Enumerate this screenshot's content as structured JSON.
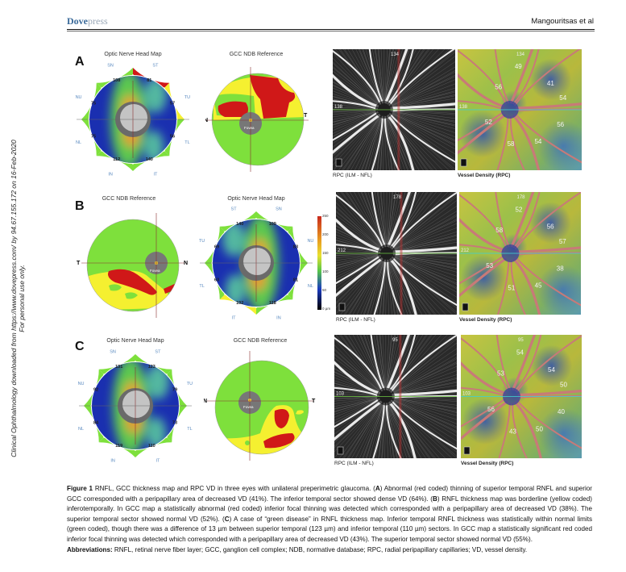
{
  "header": {
    "brand_part1": "Dove",
    "brand_part2": "press",
    "running_head": "Mangouritsas et al"
  },
  "side_note": {
    "line1": "Clinical Ophthalmology downloaded from https://www.dovepress.com/ by 94.67.155.172 on 16-Feb-2020",
    "line2": "For personal use only."
  },
  "colors": {
    "normal": "#7ee03c",
    "borderline": "#f5f030",
    "abnormal": "#d01818",
    "map_blue": "#1a2fb0"
  },
  "figure": {
    "panels": [
      {
        "letter": "A",
        "onh": {
          "title": "Optic Nerve Head Map",
          "sectors": [
            {
              "label": "SN",
              "value": "108",
              "status": "normal"
            },
            {
              "label": "ST",
              "value": "81",
              "status": "abnormal"
            },
            {
              "label": "TU",
              "value": "57",
              "status": "borderline"
            },
            {
              "label": "TL",
              "value": "56",
              "status": "normal"
            },
            {
              "label": "IT",
              "value": "140",
              "status": "normal"
            },
            {
              "label": "IN",
              "value": "112",
              "status": "normal"
            },
            {
              "label": "NL",
              "value": "75",
              "status": "normal"
            },
            {
              "label": "NU",
              "value": "75",
              "status": "normal"
            }
          ]
        },
        "gcc": {
          "title": "GCC NDB Reference",
          "left_axis": "N",
          "right_axis": "T",
          "fovea": "Fovea"
        },
        "octa": {
          "left_label": "RPC (ILM - NFL)",
          "right_label": "Vessel Density (RPC)",
          "top_mark": "134",
          "side_mark": "138",
          "vd_values": [
            "49",
            "41",
            "56",
            "54",
            "52",
            "56",
            "58",
            "54"
          ]
        }
      },
      {
        "letter": "B",
        "onh": {
          "title": "Optic Nerve Head Map",
          "sectors": [
            {
              "label": "ST",
              "value": "140",
              "status": "normal"
            },
            {
              "label": "SN",
              "value": "109",
              "status": "normal"
            },
            {
              "label": "NU",
              "value": "83",
              "status": "normal"
            },
            {
              "label": "NL",
              "value": "81",
              "status": "normal"
            },
            {
              "label": "IN",
              "value": "118",
              "status": "normal"
            },
            {
              "label": "IT",
              "value": "102",
              "status": "borderline"
            },
            {
              "label": "TL",
              "value": "63",
              "status": "normal"
            },
            {
              "label": "TU",
              "value": "69",
              "status": "normal"
            }
          ]
        },
        "gcc": {
          "title": "GCC NDB Reference",
          "left_axis": "T",
          "right_axis": "N",
          "fovea": "Fovea"
        },
        "colorbar": {
          "ticks": [
            "250",
            "200",
            "150",
            "100",
            "50",
            "0 µm"
          ]
        },
        "octa": {
          "left_label": "RPC (ILM - NFL)",
          "right_label": "Vessel Density (RPC)",
          "top_mark": "178",
          "side_mark": "212",
          "vd_values": [
            "52",
            "56",
            "58",
            "57",
            "53",
            "38",
            "51",
            "45"
          ]
        }
      },
      {
        "letter": "C",
        "onh": {
          "title": "Optic Nerve Head Map",
          "sectors": [
            {
              "label": "SN",
              "value": "131",
              "status": "normal"
            },
            {
              "label": "ST",
              "value": "123",
              "status": "normal"
            },
            {
              "label": "TU",
              "value": "79",
              "status": "normal"
            },
            {
              "label": "TL",
              "value": "73",
              "status": "normal"
            },
            {
              "label": "IT",
              "value": "110",
              "status": "normal"
            },
            {
              "label": "IN",
              "value": "119",
              "status": "normal"
            },
            {
              "label": "NL",
              "value": "84",
              "status": "normal"
            },
            {
              "label": "NU",
              "value": "92",
              "status": "normal"
            }
          ]
        },
        "gcc": {
          "title": "GCC NDB Reference",
          "left_axis": "N",
          "right_axis": "T",
          "fovea": "Fovea"
        },
        "octa": {
          "left_label": "RPC (ILM - NFL)",
          "right_label": "Vessel Density (RPC)",
          "top_mark": "95",
          "side_mark": "103",
          "vd_values": [
            "54",
            "54",
            "53",
            "50",
            "56",
            "40",
            "43",
            "50"
          ]
        }
      }
    ]
  },
  "caption": {
    "label": "Figure 1",
    "s0": " RNFL, GCC thickness map and RPC VD in three eyes with unilateral preperimetric glaucoma. (",
    "a": "A",
    "s1": ") Abnormal (red coded) thinning of superior temporal RNFL and superior GCC corresponded with a peripapillary area of decreased VD (41%). The inferior temporal sector showed dense VD (64%). (",
    "b": "B",
    "s2": ") RNFL thickness map was borderline (yellow coded) inferotemporally. In GCC map a statistically abnormal (red coded) inferior focal thinning was detected which corresponded with a peripapillary area of decreased VD (38%). The superior temporal sector showed normal VD (52%). (",
    "c": "C",
    "s3": ") A case of “green disease” in RNFL thickness map. Inferior temporal RNFL thickness was statistically within normal limits (green coded), though there was a difference of 13 µm between superior temporal (123 µm) and inferior temporal (110 µm) sectors. In GCC map a statistically significant red coded inferior focal thinning was detected which corresponded with a peripapillary area of decreased VD (43%). The superior temporal sector showed normal VD (55%).",
    "abbr_label": "Abbreviations:",
    "abbr_text": " RNFL, retinal nerve fiber layer; GCC, ganglion cell complex; NDB, normative database; RPC, radial peripapillary capillaries; VD, vessel density."
  }
}
